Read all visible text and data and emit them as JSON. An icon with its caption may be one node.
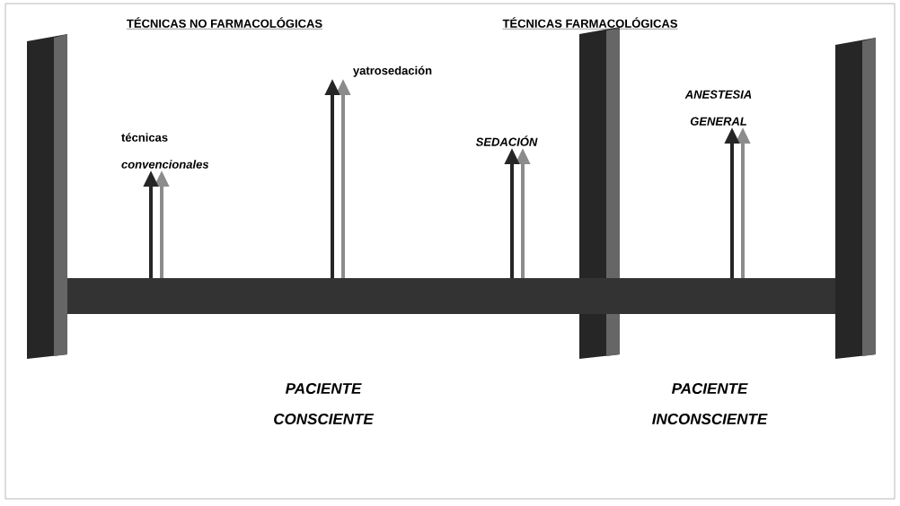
{
  "diagram": {
    "nodes": [
      {
        "text": [
          "técnicas *convencionales*"
        ]
      },
      {
        "text": [
          "yatrosedación"
        ]
      },
      {
        "text": [
          "SEDACIÓN"
        ]
      },
      {
        "text": [
          "ANESTESIA GENERAL"
        ]
      }
    ],
    "edges": [
      {
        "from": null,
        "to": 0,
        "arrow": "to",
        "color": "#8c8c8c"
      },
      {
        "from": null,
        "to": 0,
        "arrow": "to",
        "color": "#262626"
      },
      {
        "from": null,
        "to": 1,
        "arrow": "to",
        "color": "#8c8c8c"
      },
      {
        "from": null,
        "to": 1,
        "arrow": "to",
        "color": "#262626"
      },
      {
        "from": null,
        "to": 2,
        "arrow": "to",
        "color": "#8c8c8c"
      },
      {
        "from": null,
        "to": 2,
        "arrow": "to",
        "color": "#262626"
      },
      {
        "from": null,
        "to": 3,
        "arrow": "to",
        "color": "#8c8c8c"
      },
      {
        "from": null,
        "to": 3,
        "arrow": "to",
        "color": "#262626"
      }
    ],
    "labels": [
      "TÉCNICAS NO FARMACOLÓGICAS",
      "TÉCNICAS FARMACOLÓGICAS",
      "PACIENTE CONSCIENTE",
      "PACIENTE INCONSCIENTE"
    ]
  }
}
